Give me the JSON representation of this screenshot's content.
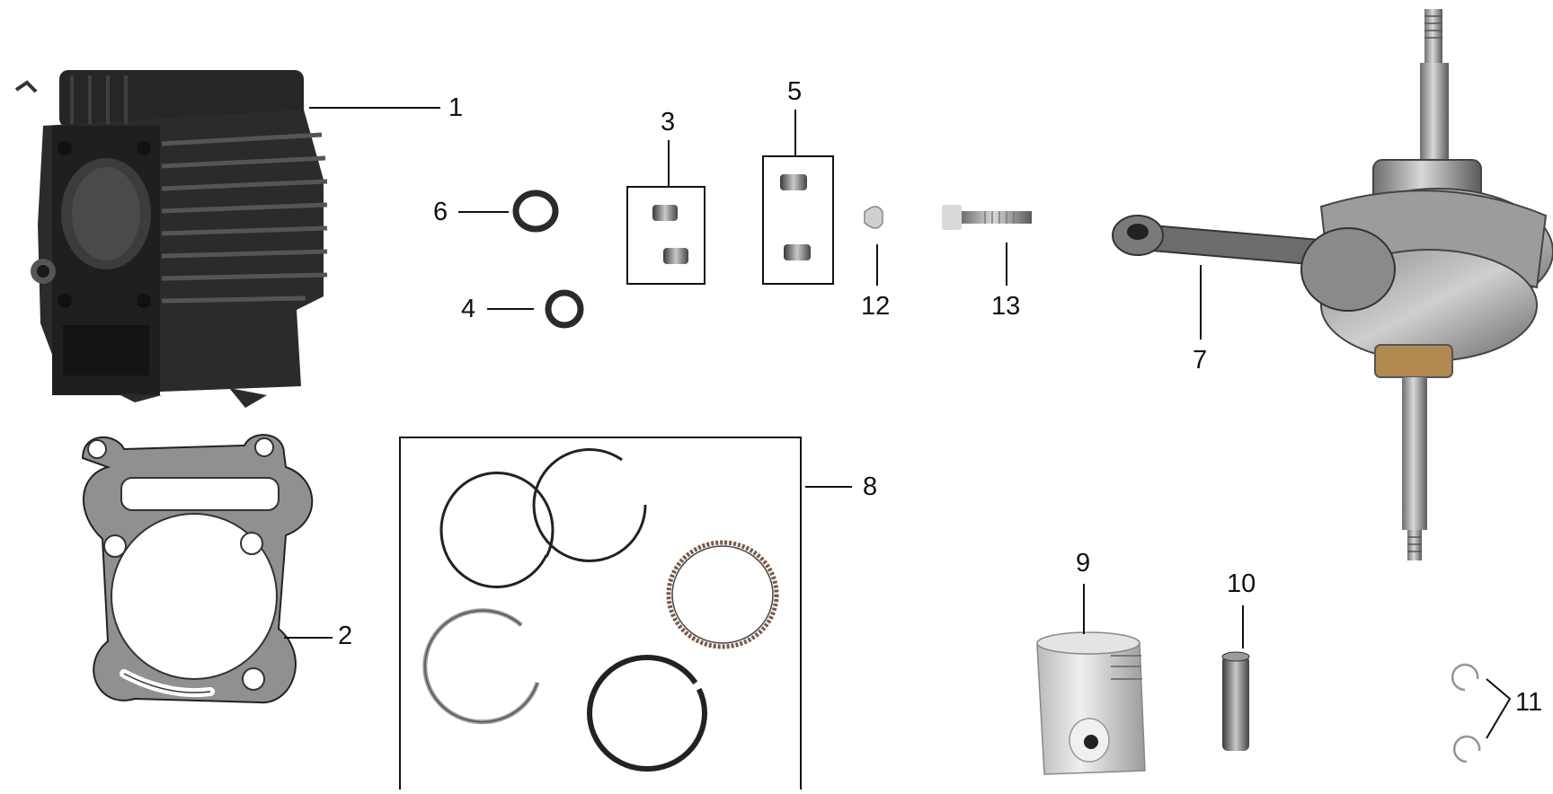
{
  "parts": [
    {
      "id": "part-1",
      "label": "1"
    },
    {
      "id": "part-2",
      "label": "2"
    },
    {
      "id": "part-3",
      "label": "3"
    },
    {
      "id": "part-4",
      "label": "4"
    },
    {
      "id": "part-5",
      "label": "5"
    },
    {
      "id": "part-6",
      "label": "6"
    },
    {
      "id": "part-7",
      "label": "7"
    },
    {
      "id": "part-8",
      "label": "8"
    },
    {
      "id": "part-9",
      "label": "9"
    },
    {
      "id": "part-10",
      "label": "10"
    },
    {
      "id": "part-11",
      "label": "11"
    },
    {
      "id": "part-12",
      "label": "12"
    },
    {
      "id": "part-13",
      "label": "13"
    }
  ],
  "colors": {
    "ink": "#111111",
    "cast_iron": "#2a2a2a",
    "steel": "#9a9a9a",
    "alloy": "#d6d6d6"
  }
}
